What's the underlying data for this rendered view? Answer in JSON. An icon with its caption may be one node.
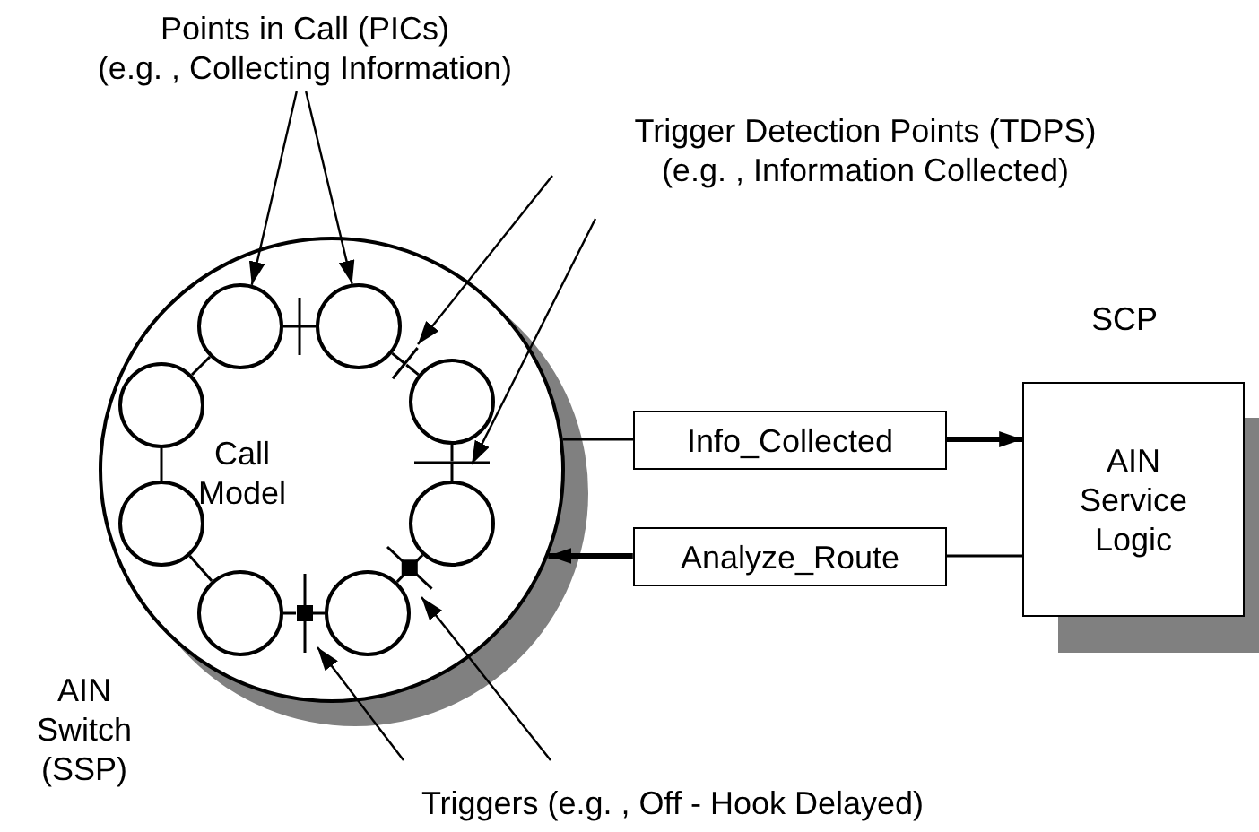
{
  "diagram": {
    "nodes": [
      {
        "text": [
          "Points in Call (PICs)",
          "(e.g. , Collecting Information)"
        ]
      },
      {
        "text": [
          "Trigger Detection Points (TDPS)",
          "(e.g. , Information Collected)"
        ]
      },
      {
        "text": [
          "Call Model"
        ],
        "beside": [
          "AIN Switch (SSP)"
        ]
      },
      {
        "text": [],
        "shape": "circle",
        "in": 2
      },
      {
        "text": [],
        "shape": "circle",
        "in": 2
      },
      {
        "text": [],
        "shape": "circle",
        "in": 2
      },
      {
        "text": [],
        "shape": "circle",
        "in": 2
      },
      {
        "text": [],
        "shape": "circle",
        "in": 2
      },
      {
        "text": [],
        "shape": "circle",
        "in": 2
      },
      {
        "text": [],
        "shape": "circle",
        "in": 2
      },
      {
        "text": [],
        "shape": "circle",
        "in": 2
      },
      {
        "text": [
          "AIN Service Logic"
        ],
        "beside": [
          "SCP"
        ]
      },
      {
        "text": [
          "Info_Collected"
        ]
      },
      {
        "text": [
          "Analyze_Route"
        ]
      },
      {
        "text": [
          "Triggers (e.g. , Off - Hook Delayed)"
        ]
      },
      {
        "text": [],
        "shape": "bar",
        "in": 2
      },
      {
        "text": [],
        "shape": "bar",
        "in": 2
      },
      {
        "text": [],
        "shape": "bar",
        "in": 2
      },
      {
        "text": [],
        "shape": "bar",
        "in": 2
      }
    ],
    "edges": [
      {
        "from": 0,
        "to": 3,
        "arrow": "to"
      },
      {
        "from": 0,
        "to": 4,
        "arrow": "to"
      },
      {
        "from": 1,
        "to": 15,
        "arrow": "to"
      },
      {
        "from": 1,
        "to": 16,
        "arrow": "to"
      },
      {
        "from": 14,
        "to": 18,
        "arrow": "to"
      },
      {
        "from": 14,
        "to": 17,
        "arrow": "to"
      },
      {
        "from": 3,
        "to": 4,
        "arrow": "none"
      },
      {
        "from": 4,
        "to": 15,
        "arrow": "none"
      },
      {
        "from": 6,
        "to": 16,
        "arrow": "none"
      },
      {
        "from": 8,
        "to": 17,
        "arrow": "none"
      },
      {
        "from": 10,
        "to": 18,
        "arrow": "none"
      },
      {
        "from": 9,
        "to": 7,
        "arrow": "none"
      },
      {
        "from": 7,
        "to": 5,
        "arrow": "none"
      },
      {
        "from": 5,
        "to": 3,
        "arrow": "none"
      },
      {
        "from": 2,
        "to": 12,
        "arrow": "none"
      },
      {
        "from": 12,
        "to": 11,
        "arrow": "to",
        "style": "thick"
      },
      {
        "from": 11,
        "to": 13,
        "arrow": "none"
      },
      {
        "from": 13,
        "to": 2,
        "arrow": "to",
        "style": "thick"
      },
      {
        "from": 15,
        "to": 6,
        "arrow": "none"
      },
      {
        "from": 16,
        "to": 8,
        "arrow": "none"
      },
      {
        "from": 17,
        "to": 10,
        "arrow": "none"
      },
      {
        "from": 18,
        "to": 9,
        "arrow": "none"
      }
    ]
  }
}
